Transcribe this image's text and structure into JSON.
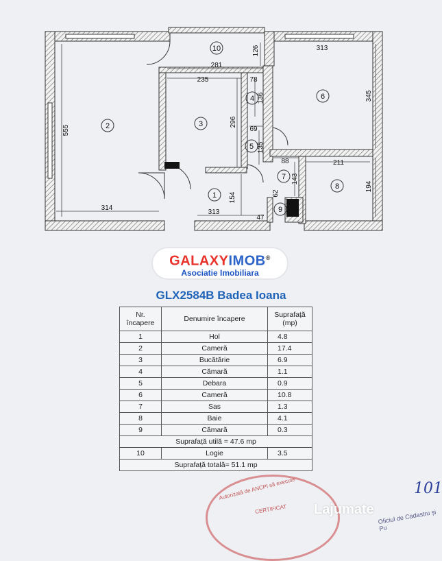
{
  "plan": {
    "room_numbers": [
      "1",
      "2",
      "3",
      "4",
      "5",
      "6",
      "7",
      "8",
      "9",
      "10"
    ],
    "dims": {
      "d555": "555",
      "d314": "314",
      "d281": "281",
      "d126": "126",
      "d313a": "313",
      "d235": "235",
      "d78": "78",
      "d296": "296",
      "d136": "136",
      "d345": "345",
      "d69": "69",
      "d135": "135",
      "d88": "88",
      "d211": "211",
      "d143": "143",
      "d194": "194",
      "d154": "154",
      "d62": "62",
      "d313b": "313",
      "d47": "47"
    }
  },
  "logo": {
    "galaxy": "GALAXY",
    "imob": "IMOB",
    "reg": "®",
    "subtitle": "Asociatie Imobiliara"
  },
  "reference": "GLX2584B Badea Ioana",
  "table": {
    "headers": {
      "nr": "Nr.\nîncapere",
      "name": "Denumire încapere",
      "area": "Suprafață\n(mp)"
    },
    "rows": [
      {
        "nr": "1",
        "name": "Hol",
        "area": "4.8"
      },
      {
        "nr": "2",
        "name": "Cameră",
        "area": "17.4"
      },
      {
        "nr": "3",
        "name": "Bucătărie",
        "area": "6.9"
      },
      {
        "nr": "4",
        "name": "Cămară",
        "area": "1.1"
      },
      {
        "nr": "5",
        "name": "Debara",
        "area": "0.9"
      },
      {
        "nr": "6",
        "name": "Cameră",
        "area": "10.8"
      },
      {
        "nr": "7",
        "name": "Sas",
        "area": "1.3"
      },
      {
        "nr": "8",
        "name": "Baie",
        "area": "4.1"
      },
      {
        "nr": "9",
        "name": "Cămară",
        "area": "0.3"
      }
    ],
    "useful_total": "Suprafață utilă = 47.6 mp",
    "extra_row": {
      "nr": "10",
      "name": "Logie",
      "area": "3.5"
    },
    "grand_total": "Suprafață totală= 51.1 mp"
  },
  "stamp": {
    "line1": "Autorizată de ANCPI să execute",
    "line2": "CERTIFICAT",
    "line3": "Oficiul de Cadastru și Pu"
  },
  "handwriting": "101",
  "watermark": "Lajumate"
}
